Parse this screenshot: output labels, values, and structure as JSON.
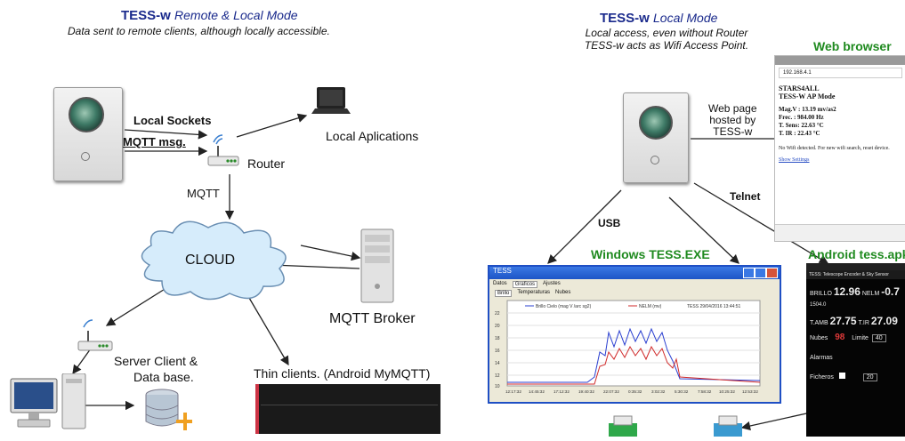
{
  "left": {
    "title": "TESS-w",
    "title_mode": "Remote & Local Mode",
    "subtitle": "Data sent to remote clients, although locally accessible.",
    "labels": {
      "local_sockets": "Local Sockets",
      "mqtt_msg": "MQTT msg.",
      "router": "Router",
      "local_apps": "Local Aplications",
      "mqtt": "MQTT",
      "cloud": "CLOUD",
      "broker": "MQTT  Broker",
      "server_client": "Server Client &",
      "data_base": "Data base.",
      "thin_clients": "Thin clients. (Android MyMQTT)"
    }
  },
  "right": {
    "title": "TESS-w",
    "title_mode": "Local Mode",
    "subtitle_line1": "Local access, even without Router",
    "subtitle_line2": "TESS-w  acts as Wifi Access Point.",
    "labels": {
      "web_page_1": "Web page",
      "web_page_2": "hosted by",
      "web_page_3": "TESS-w",
      "telnet": "Telnet",
      "usb": "USB",
      "web_browser": "Web browser",
      "windows_app": "Windows TESS.EXE",
      "android_app": "Android tess.apk"
    },
    "browser": {
      "url": "192.168.4.1",
      "heading1": "STARS4ALL",
      "heading2": "TESS-W AP Mode",
      "line1": "Mag.V : 13.19 mv/as2",
      "line2": "Frec. : 984.00 Hz",
      "line3": "T. Sens: 22.63 °C",
      "line4": "T. IR : 22.43 °C",
      "note": "No Wifi detected. For new wifi search, reset device.",
      "link": "Show Settings"
    },
    "windows": {
      "title": "TESS",
      "tabs": [
        "Datos",
        "Graficos",
        "Ajustes"
      ],
      "subtabs": [
        "Brillo",
        "Temperaturas",
        "Nubes"
      ],
      "legend1": "Brillo Cielo (mag V /arc sg2)",
      "legend2": "NELM (mv)",
      "legend3": "TESS 29/04/2016 13:44:51",
      "yticks": [
        "22",
        "20",
        "18",
        "16",
        "14",
        "12",
        "10"
      ],
      "xticks": [
        "12:17:32",
        "14:45:32",
        "17:12:32",
        "19:40:32",
        "22:07:32",
        "0:35:32",
        "3:02:32",
        "5:30:32",
        "7:58:32",
        "10:25:32",
        "12:53:32"
      ]
    },
    "android": {
      "header": "TESS: Telescope Encoder & Sky Sensor",
      "brillo_label": "BRILLO",
      "brillo_value": "12.96",
      "nelm_label": "NELM",
      "nelm_value": "-0.7",
      "freq": "1504.0",
      "t_amb_label": "T.AMB",
      "t_amb_value": "27.75",
      "t_ir_label": "T.IR",
      "t_ir_value": "27.09",
      "nubes_label": "Nubes",
      "nubes_value": "98",
      "limite_label": "Limite",
      "limite_value": "40",
      "alarmas_label": "Alarmas",
      "ficheros_label": "Ficheros",
      "ficheros_value": "20"
    }
  },
  "colors": {
    "title_blue": "#1a2a8c",
    "accent_green": "#1f8a1f",
    "cloud_fill": "#d6ecfb",
    "cloud_stroke": "#6a8fb3"
  }
}
